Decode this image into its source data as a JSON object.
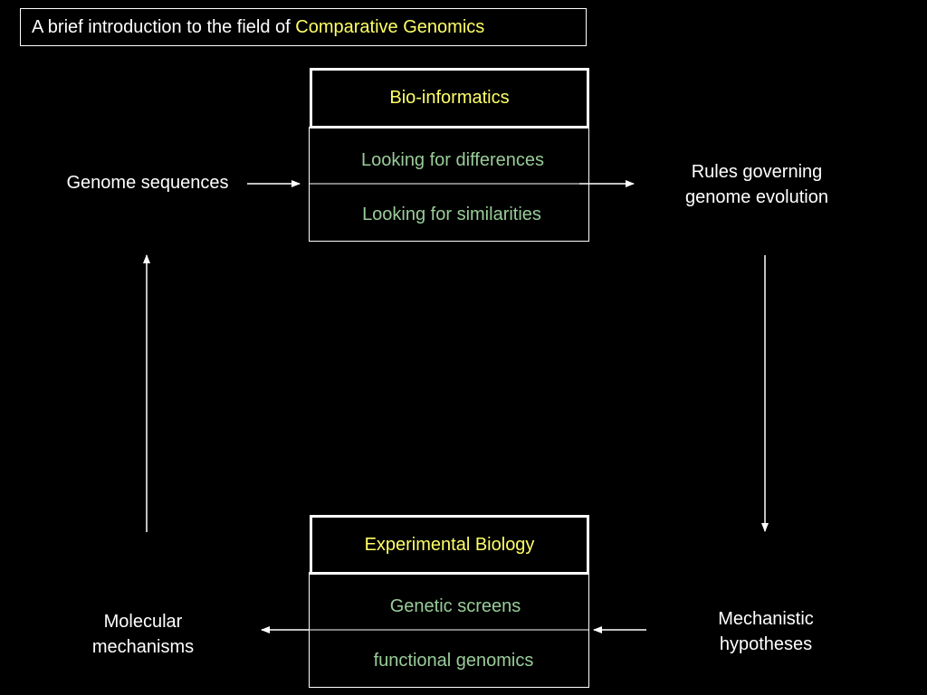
{
  "title": {
    "prefix": "A brief introduction to the field of",
    "highlight": "Comparative Genomics"
  },
  "top_box": {
    "header": "Bio-informatics",
    "rows": [
      "Looking for differences",
      "Looking for similarities"
    ]
  },
  "bottom_box": {
    "header": "Experimental Biology",
    "rows": [
      "Genetic screens",
      "functional genomics"
    ]
  },
  "nodes": {
    "genome_sequences": "Genome sequences",
    "rules_line1": "Rules governing",
    "rules_line2": "genome evolution",
    "mechanistic_line1": "Mechanistic",
    "mechanistic_line2": "hypotheses",
    "molecular_line1": "Molecular",
    "molecular_line2": "mechanisms"
  },
  "colors": {
    "background": "#000000",
    "text": "#ffffff",
    "highlight": "#ffff66",
    "row_text": "#99cc99"
  }
}
